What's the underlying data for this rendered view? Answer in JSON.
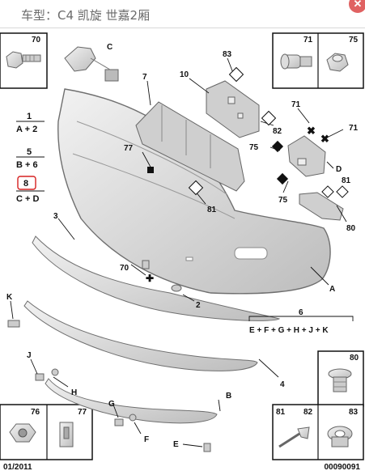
{
  "header": {
    "title": "车型：C4 凯旋 世嘉2厢",
    "close_glyph": "✕"
  },
  "footer": {
    "date": "01/2011",
    "code": "00090091"
  },
  "callouts": {
    "c70_box": "70",
    "c71_box": "71",
    "c75_box": "75",
    "c76_box": "76",
    "c77_box": "77",
    "c80_box": "80",
    "c81_box": "81",
    "c82_box": "82",
    "c83_box": "83",
    "C": "C",
    "n7": "7",
    "n10": "10",
    "n83": "83",
    "n82": "82",
    "n71a": "71",
    "n71b": "71",
    "n75a": "75",
    "n75b": "75",
    "D": "D",
    "n81a": "81",
    "n81b": "81",
    "n80": "80",
    "n77": "77",
    "n3": "3",
    "n70": "70",
    "n2": "2",
    "A": "A",
    "K": "K",
    "n6": "6",
    "n4": "4",
    "J": "J",
    "H": "H",
    "G": "G",
    "F": "F",
    "E": "E",
    "B": "B"
  },
  "legend": {
    "g1_num": "1",
    "g1_letters": "A + 2",
    "g5_num": "5",
    "g5_letters": "B + 6",
    "g8_num": "8",
    "g8_letters": "C + D",
    "kit6_letters": "E + F + G + H + J + K"
  },
  "colors": {
    "part_fill": "#d9d9d9",
    "part_stroke": "#6f6f6f",
    "highlight": "#d62020"
  }
}
